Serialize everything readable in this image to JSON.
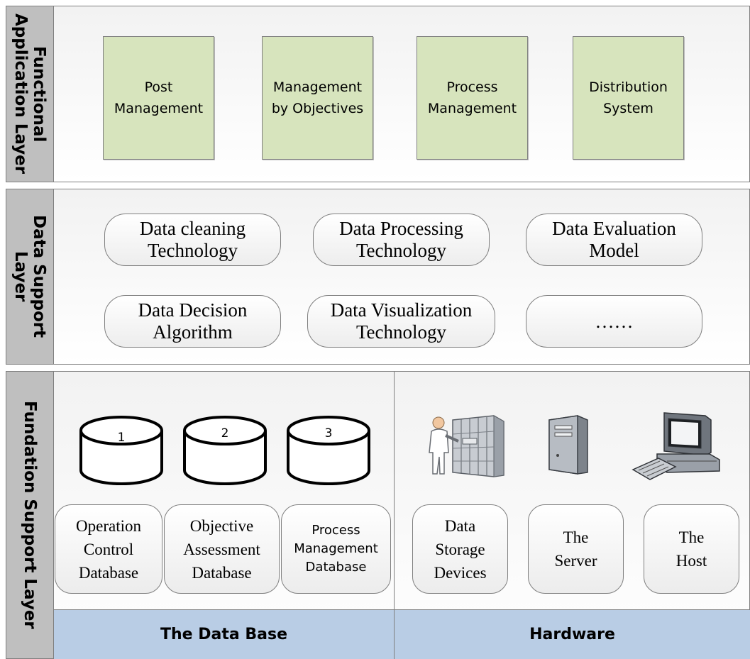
{
  "functional_layer": {
    "label": "Functional\nApplication Layer",
    "boxes": [
      "Post\nManagement",
      "Management\nby Objectives",
      "Process\nManagement",
      "Distribution\nSystem"
    ]
  },
  "data_support_layer": {
    "label": "Data Support\nLayer",
    "items": [
      "Data cleaning\nTechnology",
      "Data Processing\nTechnology",
      "Data Evaluation\nModel",
      "Data Decision\nAlgorithm",
      "Data Visualization\nTechnology",
      "……"
    ]
  },
  "foundation_layer": {
    "label": "Fundation Support  Layer",
    "databases": [
      {
        "number": "1",
        "name": "Operation\nControl\nDatabase"
      },
      {
        "number": "2",
        "name": "Objective\nAssessment\nDatabase"
      },
      {
        "number": "3",
        "name": "Process\nManagement\nDatabase"
      }
    ],
    "hardware": [
      {
        "icon": "storage-operator-icon",
        "name": "Data\nStorage\nDevices"
      },
      {
        "icon": "server-tower-icon",
        "name": "The\nServer"
      },
      {
        "icon": "desktop-computer-icon",
        "name": "The\nHost"
      }
    ],
    "database_section": "The Data Base",
    "hardware_section": "Hardware"
  },
  "colors": {
    "functional_box": "#d7e4bd",
    "layer_label": "#bfbfbf",
    "section_bar": "#b9cde5"
  }
}
